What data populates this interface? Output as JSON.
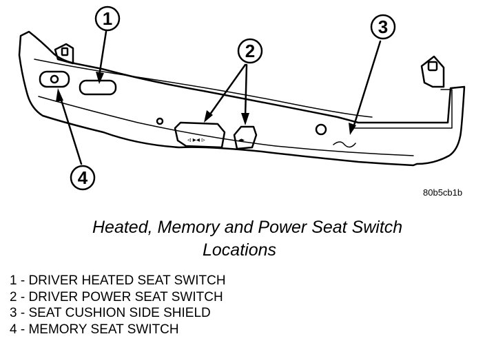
{
  "figure": {
    "code": "80b5cb1b",
    "caption_line1": "Heated, Memory and Power Seat Switch",
    "caption_line2": "Locations"
  },
  "callouts": [
    "1",
    "2",
    "3",
    "4"
  ],
  "legend": [
    "1 - DRIVER HEATED SEAT SWITCH",
    "2 - DRIVER POWER SEAT SWITCH",
    "3 - SEAT CUSHION SIDE SHIELD",
    "4 - MEMORY SEAT SWITCH"
  ]
}
